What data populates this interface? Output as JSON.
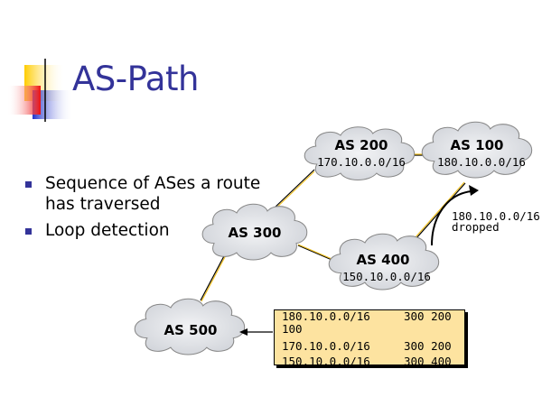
{
  "title": "AS-Path",
  "bullets": [
    "Sequence of ASes a route has traversed",
    "Loop detection"
  ],
  "clouds": [
    {
      "name": "AS 200",
      "network": "170.10.0.0/16"
    },
    {
      "name": "AS 100",
      "network": "180.10.0.0/16"
    },
    {
      "name": "AS 300",
      "network": ""
    },
    {
      "name": "AS 400",
      "network": "150.10.0.0/16"
    },
    {
      "name": "AS 500",
      "network": ""
    }
  ],
  "dropped_label": {
    "network": "180.10.0.0/16",
    "status": "dropped"
  },
  "route_table": [
    {
      "prefix": "180.10.0.0/16",
      "path": "300 200",
      "path_cont": "100"
    },
    {
      "prefix": "170.10.0.0/16",
      "path": "300 200"
    },
    {
      "prefix": "150.10.0.0/16",
      "path": "300 400"
    }
  ],
  "colors": {
    "title": "#333399",
    "link": "#f0c020",
    "table_bg": "#fde3a0",
    "cloud": "#e4e6ea"
  }
}
